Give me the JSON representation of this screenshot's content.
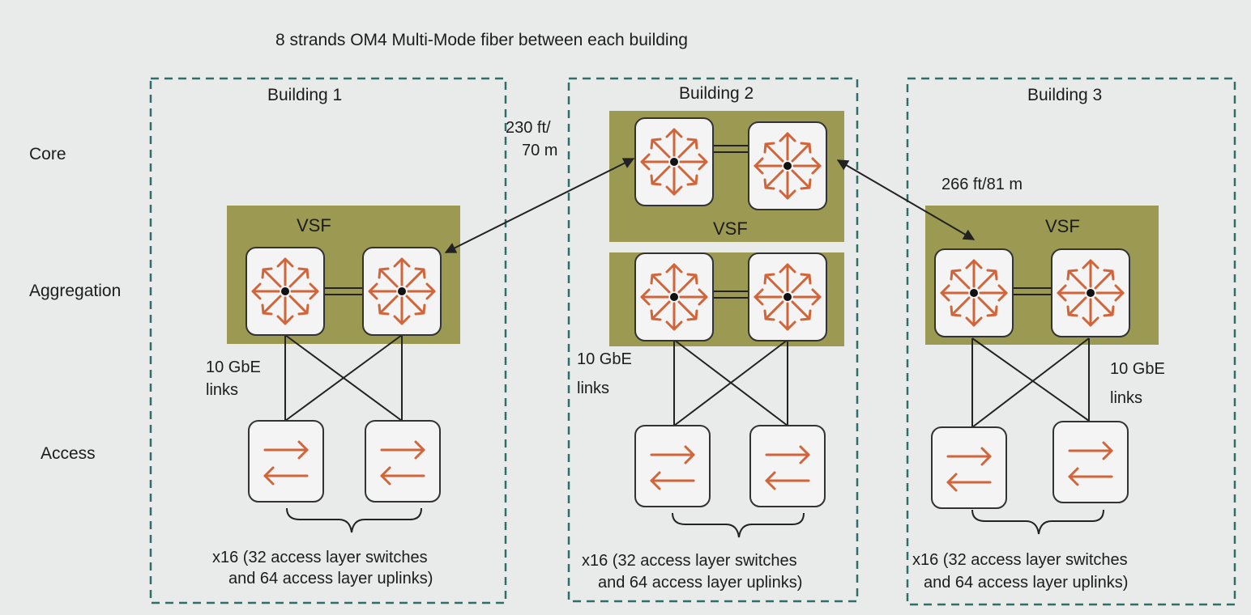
{
  "title": "8 strands OM4 Multi-Mode fiber between each building",
  "layers": {
    "core": "Core",
    "aggregation": "Aggregation",
    "access": "Access"
  },
  "buildings": [
    {
      "name": "Building 1",
      "vsf_label": "VSF",
      "link_label_1": "10 GbE",
      "link_label_2": "links",
      "note_1": "x16 (32 access layer switches",
      "note_2": "and 64 access layer uplinks)"
    },
    {
      "name": "Building 2",
      "vsf_label": "VSF",
      "link_label_1": "10 GbE",
      "link_label_2": "links",
      "note_1": "x16 (32 access layer switches",
      "note_2": "and 64 access layer uplinks)"
    },
    {
      "name": "Building 3",
      "vsf_label": "VSF",
      "link_label_1": "10 GbE",
      "link_label_2": "links",
      "note_1": "x16 (32 access layer switches",
      "note_2": "and 64 access layer uplinks)"
    }
  ],
  "distances": {
    "b1_b2_line1": "230 ft/",
    "b1_b2_line2": "70 m",
    "b2_b3": "266 ft/81 m"
  },
  "colors": {
    "dashed_border": "#2f6f67",
    "vsf_fill": "#9c9a52",
    "icon_orange": "#d2643a",
    "background": "#e9ebea"
  }
}
